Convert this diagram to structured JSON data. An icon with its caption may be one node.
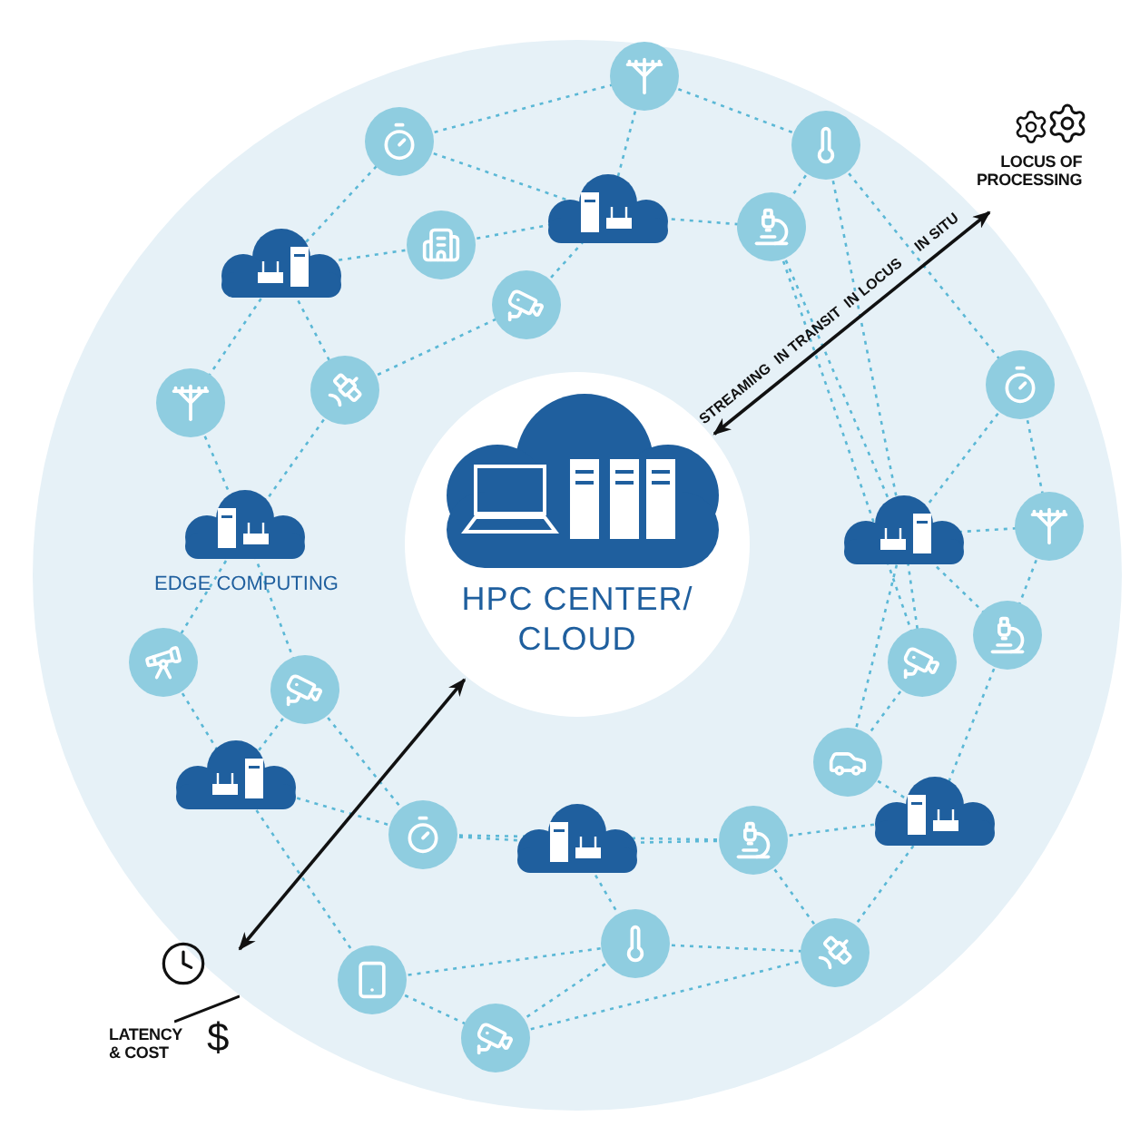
{
  "diagram": {
    "nodes": [
      {
        "text": [
          "HPC CENTER/ CLOUD"
        ]
      },
      {
        "text": [
          "LOCUS OF PROCESSING"
        ]
      },
      {
        "text": [
          "LATENCY & COST",
          "$"
        ]
      }
    ],
    "edges": [
      {
        "from": 0,
        "to": 1,
        "arrow": "both"
      },
      {
        "from": 0,
        "to": 2,
        "arrow": "both"
      }
    ],
    "labels": [
      "EDGE COMPUTING",
      "STREAMING",
      "IN TRANSIT",
      "IN LOCUS",
      "IN SITU"
    ]
  }
}
